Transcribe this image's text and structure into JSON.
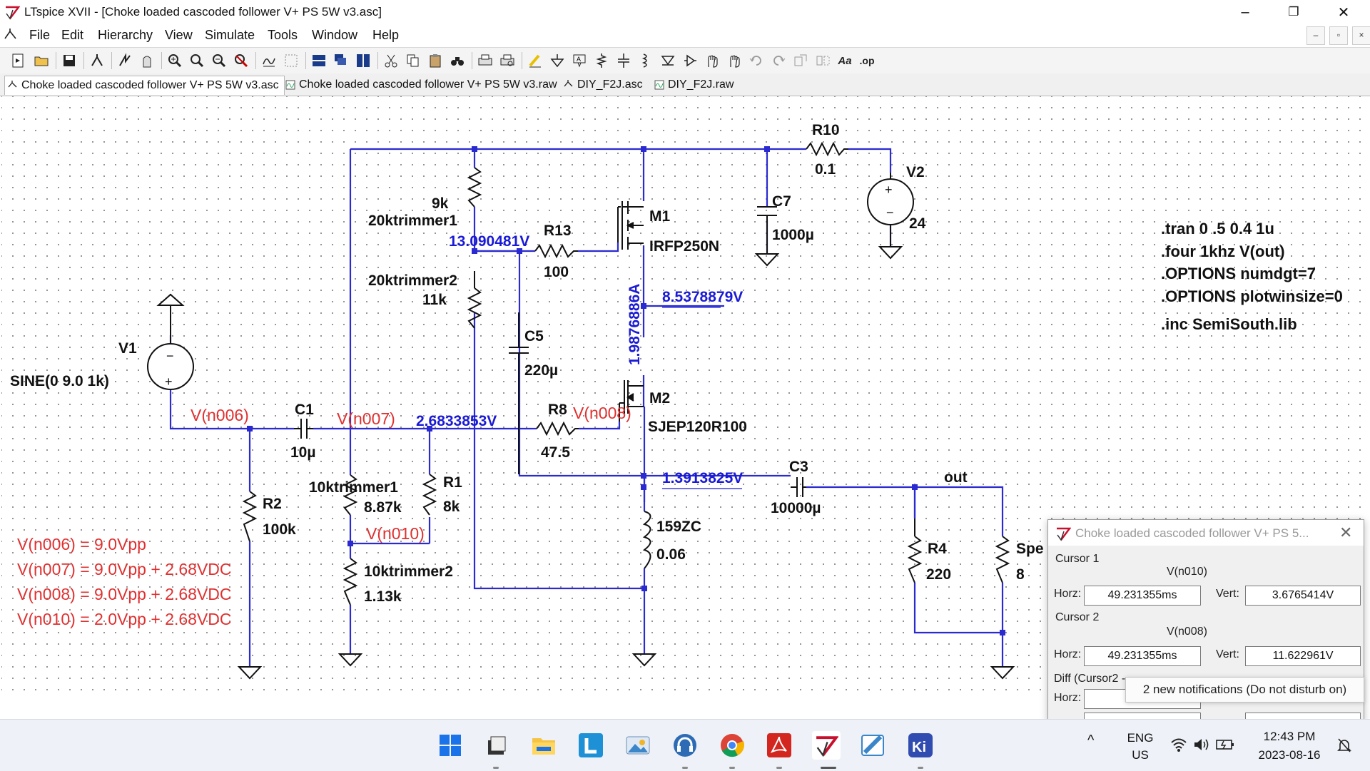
{
  "window": {
    "title": "LTspice XVII - [Choke loaded cascoded follower V+ PS 5W v3.asc]",
    "minimize_glyph": "–",
    "maximize_glyph": "❐",
    "close_glyph": "✕"
  },
  "menu": {
    "items": [
      "File",
      "Edit",
      "Hierarchy",
      "View",
      "Simulate",
      "Tools",
      "Window",
      "Help"
    ],
    "mdi_controls": [
      "–",
      "▫",
      "×"
    ]
  },
  "toolbar": {
    "icons": [
      "new-schematic-icon",
      "open-icon",
      "save-icon",
      "control-panel-icon",
      "run-icon",
      "halt-icon",
      "zoom-in-icon",
      "zoom-pan-icon",
      "zoom-out-icon",
      "zoom-fit-icon",
      "autoscale-icon",
      "wave-settings-icon",
      "tile-horizontal-icon",
      "cascade-icon",
      "tile-vertical-icon",
      "cut-icon",
      "copy-icon",
      "paste-icon",
      "find-icon",
      "print-icon",
      "print-preview-icon",
      "draw-wire-icon",
      "ground-icon",
      "label-net-icon",
      "resistor-icon",
      "capacitor-icon",
      "inductor-icon",
      "diode-icon",
      "component-icon",
      "move-icon",
      "drag-icon",
      "undo-icon",
      "redo-icon",
      "rotate-icon",
      "mirror-icon",
      "text-icon",
      "spice-directive-icon"
    ],
    "text_button": "Aa",
    "op_button": ".op"
  },
  "tabs": [
    {
      "label": "Choke loaded cascoded follower V+ PS 5W v3.asc",
      "kind": "schematic",
      "active": true
    },
    {
      "label": "Choke loaded cascoded follower V+ PS 5W v3.raw",
      "kind": "waveform",
      "active": false
    },
    {
      "label": "DIY_F2J.asc",
      "kind": "schematic",
      "active": false
    },
    {
      "label": "DIY_F2J.raw",
      "kind": "waveform",
      "active": false
    }
  ],
  "schematic": {
    "wire_color": "#2a2ad0",
    "components": {
      "R10": {
        "name": "R10",
        "value": "0.1"
      },
      "V2": {
        "name": "V2",
        "value": "24"
      },
      "C7": {
        "name": "C7",
        "value": "1000µ"
      },
      "M1": {
        "name": "M1",
        "value": "IRFP250N"
      },
      "R13": {
        "name": "R13",
        "value": "100"
      },
      "trim20k1": {
        "name": "20ktrimmer1",
        "value": "9k"
      },
      "trim20k2": {
        "name": "20ktrimmer2",
        "value": "11k"
      },
      "C5": {
        "name": "C5",
        "value": "220µ"
      },
      "V1": {
        "name": "V1",
        "value": "SINE(0 9.0 1k)"
      },
      "C1": {
        "name": "C1",
        "value": "10µ"
      },
      "R8": {
        "name": "R8",
        "value": "47.5"
      },
      "M2": {
        "name": "M2",
        "value": "SJEP120R100"
      },
      "R1": {
        "name": "R1",
        "value": "8k"
      },
      "trim10k1": {
        "name": "10ktrimmer1",
        "value": "8.87k"
      },
      "trim10k2": {
        "name": "10ktrimmer2",
        "value": "1.13k"
      },
      "R2": {
        "name": "R2",
        "value": "100k"
      },
      "C3": {
        "name": "C3",
        "value": "10000µ"
      },
      "choke": {
        "name": "159ZC",
        "value": "0.06"
      },
      "R4": {
        "name": "R4",
        "value": "220"
      },
      "Spe": {
        "name": "Spe",
        "value": "8"
      }
    },
    "node_voltages": {
      "gate_m1": "13.090481V",
      "source_m1": "8.5378879V",
      "vds_m1": "1.9876886A",
      "n007": "2.6833853V",
      "out_dc": "1.3913825V"
    },
    "net_labels": {
      "n006": "V(n006)",
      "n007": "V(n007)",
      "n008": "V(n008)",
      "n010": "V(n010)",
      "out": "out"
    },
    "comments": [
      "V(n006) = 9.0Vpp",
      "V(n007) = 9.0Vpp + 2.68VDC",
      "V(n008) = 9.0Vpp + 2.68VDC",
      "V(n010) = 2.0Vpp + 2.68VDC"
    ],
    "directives": [
      ".tran 0 .5 0.4 1u",
      ".four 1khz V(out)",
      ".OPTIONS numdgt=7",
      ".OPTIONS plotwinsize=0",
      ".inc SemiSouth.lib"
    ]
  },
  "cursor_dialog": {
    "title": "Choke loaded cascoded follower V+ PS 5...",
    "cursor1": {
      "label": "Cursor 1",
      "trace": "V(n010)",
      "horz_label": "Horz:",
      "horz": "49.231355ms",
      "vert_label": "Vert:",
      "vert": "3.6765414V"
    },
    "cursor2": {
      "label": "Cursor 2",
      "trace": "V(n008)",
      "horz_label": "Horz:",
      "horz": "49.231355ms",
      "vert_label": "Vert:",
      "vert": "11.622961V"
    },
    "diff": {
      "label": "Diff (Cursor2 -",
      "horz_label": "Horz:"
    }
  },
  "notification": {
    "text": "2 new notifications (Do not disturb on)"
  },
  "taskbar": {
    "apps": [
      "windows-start-icon",
      "file-manager-icon",
      "file-explorer-icon",
      "l-app-icon",
      "photos-icon",
      "headset-app-icon",
      "chrome-icon",
      "acrobat-icon",
      "ltspice-icon",
      "paint-icon",
      "kicad-icon"
    ],
    "lang_top": "ENG",
    "lang_bottom": "US",
    "time": "12:43 PM",
    "date": "2023-08-16"
  }
}
